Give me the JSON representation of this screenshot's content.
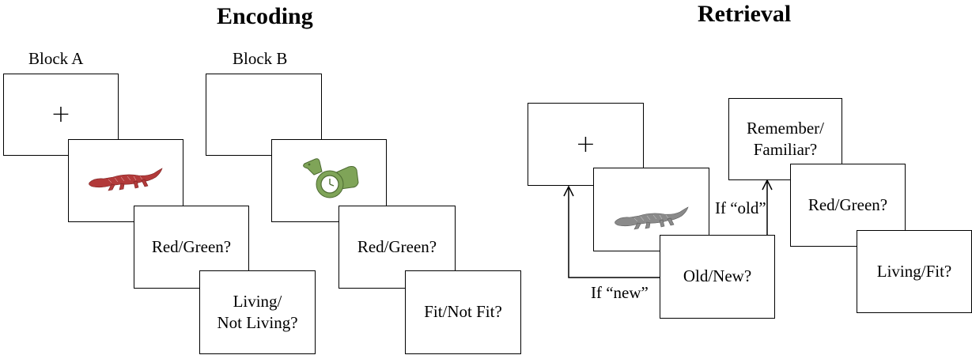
{
  "encoding": {
    "title": "Encoding",
    "block_a": {
      "label": "Block A",
      "fixation": "+",
      "image": "alligator-red",
      "question1": "Red/Green?",
      "question2_line1": "Living/",
      "question2_line2": "Not Living?"
    },
    "block_b": {
      "label": "Block B",
      "image": "wristwatch-green",
      "question1": "Red/Green?",
      "question2": "Fit/Not Fit?"
    }
  },
  "retrieval": {
    "title": "Retrieval",
    "fixation": "+",
    "image": "alligator-gray",
    "question_old_new": "Old/New?",
    "if_new": "If “new”",
    "if_old": "If “old”",
    "remember_line1": "Remember/",
    "remember_line2": "Familiar?",
    "question_color": "Red/Green?",
    "question_living_fit": "Living/Fit?"
  },
  "colors": {
    "alligator_red": "#b23a3a",
    "watch_green": "#7fa458",
    "alligator_gray": "#8a8a8a"
  }
}
